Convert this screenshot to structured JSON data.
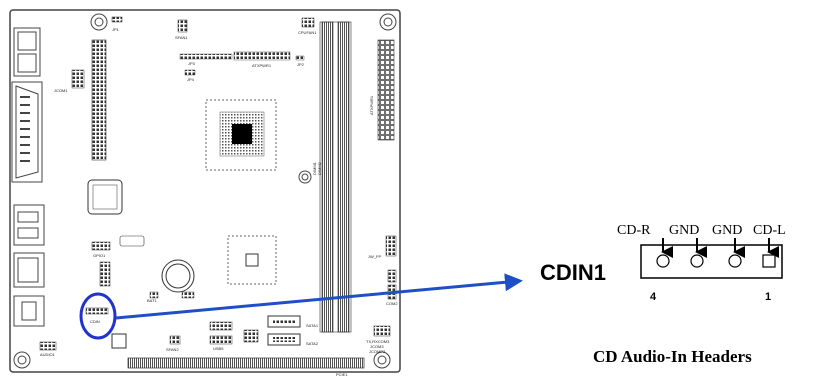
{
  "board": {
    "labels": {
      "jp1": "JP1",
      "sfan1": "SFAN1",
      "cpufan1": "CPUFAN1",
      "jcom1": "JCOM1",
      "atxpwr1": "ATXPWR1",
      "jp3": "JP3",
      "jp4": "JP4",
      "jp2": "JP2",
      "dimm1": "DIMM1",
      "dimm2": "DIMM2",
      "atx12v": "ATX12V",
      "gpio1": "GPIO1",
      "jw_fp": "JW_FP",
      "bat1": "BAT1",
      "com2": "COM2",
      "cdin": "CDIN",
      "sata1": "SATA1",
      "sata2": "SATA2",
      "audio1": "AUDIO1",
      "sfan2": "SFAN2",
      "usb5": "USB5",
      "txrx": "TX,RXCOM3",
      "jcom3": "JCOM3",
      "jcomp3": "JCOMP3",
      "pcie1": "PCIE1"
    }
  },
  "connector": {
    "name": "CDIN1",
    "pins": [
      "CD-R",
      "GND",
      "GND",
      "CD-L"
    ],
    "pin_left_number": "4",
    "pin_right_number": "1"
  },
  "caption": "CD Audio-In Headers",
  "colors": {
    "arrow": "#1f4fc4",
    "highlight_ellipse": "#2233cc",
    "board_outline": "#444444"
  }
}
